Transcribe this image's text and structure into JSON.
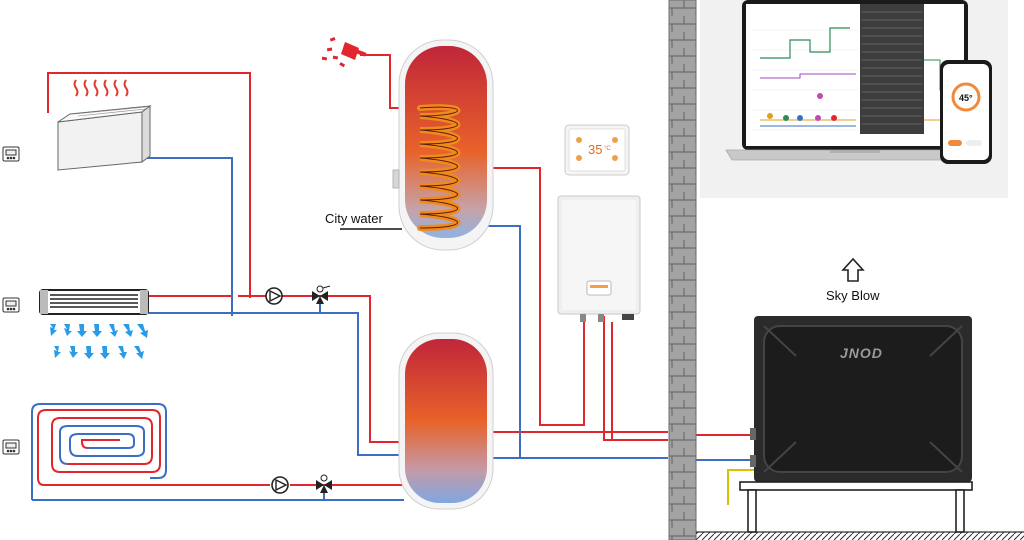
{
  "labels": {
    "city_water": "City water",
    "sky_blow": "Sky Blow",
    "brand": "JNOD",
    "controller_temp": "35",
    "controller_unit": "°C",
    "phone_temp": "45°"
  },
  "colors": {
    "hot_pipe": "#e3262e",
    "cold_pipe": "#3b6fc4",
    "heat_wave": "#e03a2e",
    "cool_arrow": "#2a9be6",
    "wall": "#9a9a9a",
    "unit_body": "#2a2a2a",
    "tank_top": "#c8283a",
    "tank_bottom": "#8fb3e0"
  }
}
